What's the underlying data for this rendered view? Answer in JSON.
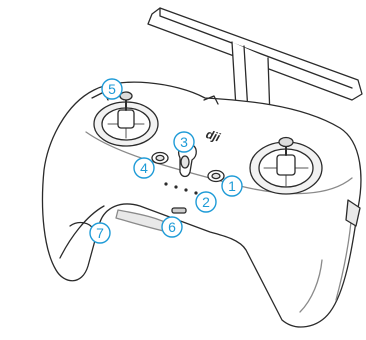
{
  "diagram": {
    "brand_logo": "dji",
    "colors": {
      "outline": "#2b2b2b",
      "callout": "#1e9bd7",
      "body_fill": "#ffffff",
      "shade": "#e9e9e9"
    },
    "callouts": [
      {
        "id": "c1",
        "label": "1"
      },
      {
        "id": "c2",
        "label": "2"
      },
      {
        "id": "c3",
        "label": "3"
      },
      {
        "id": "c4",
        "label": "4"
      },
      {
        "id": "c5",
        "label": "5"
      },
      {
        "id": "c6",
        "label": "6"
      },
      {
        "id": "c7",
        "label": "7"
      }
    ]
  }
}
